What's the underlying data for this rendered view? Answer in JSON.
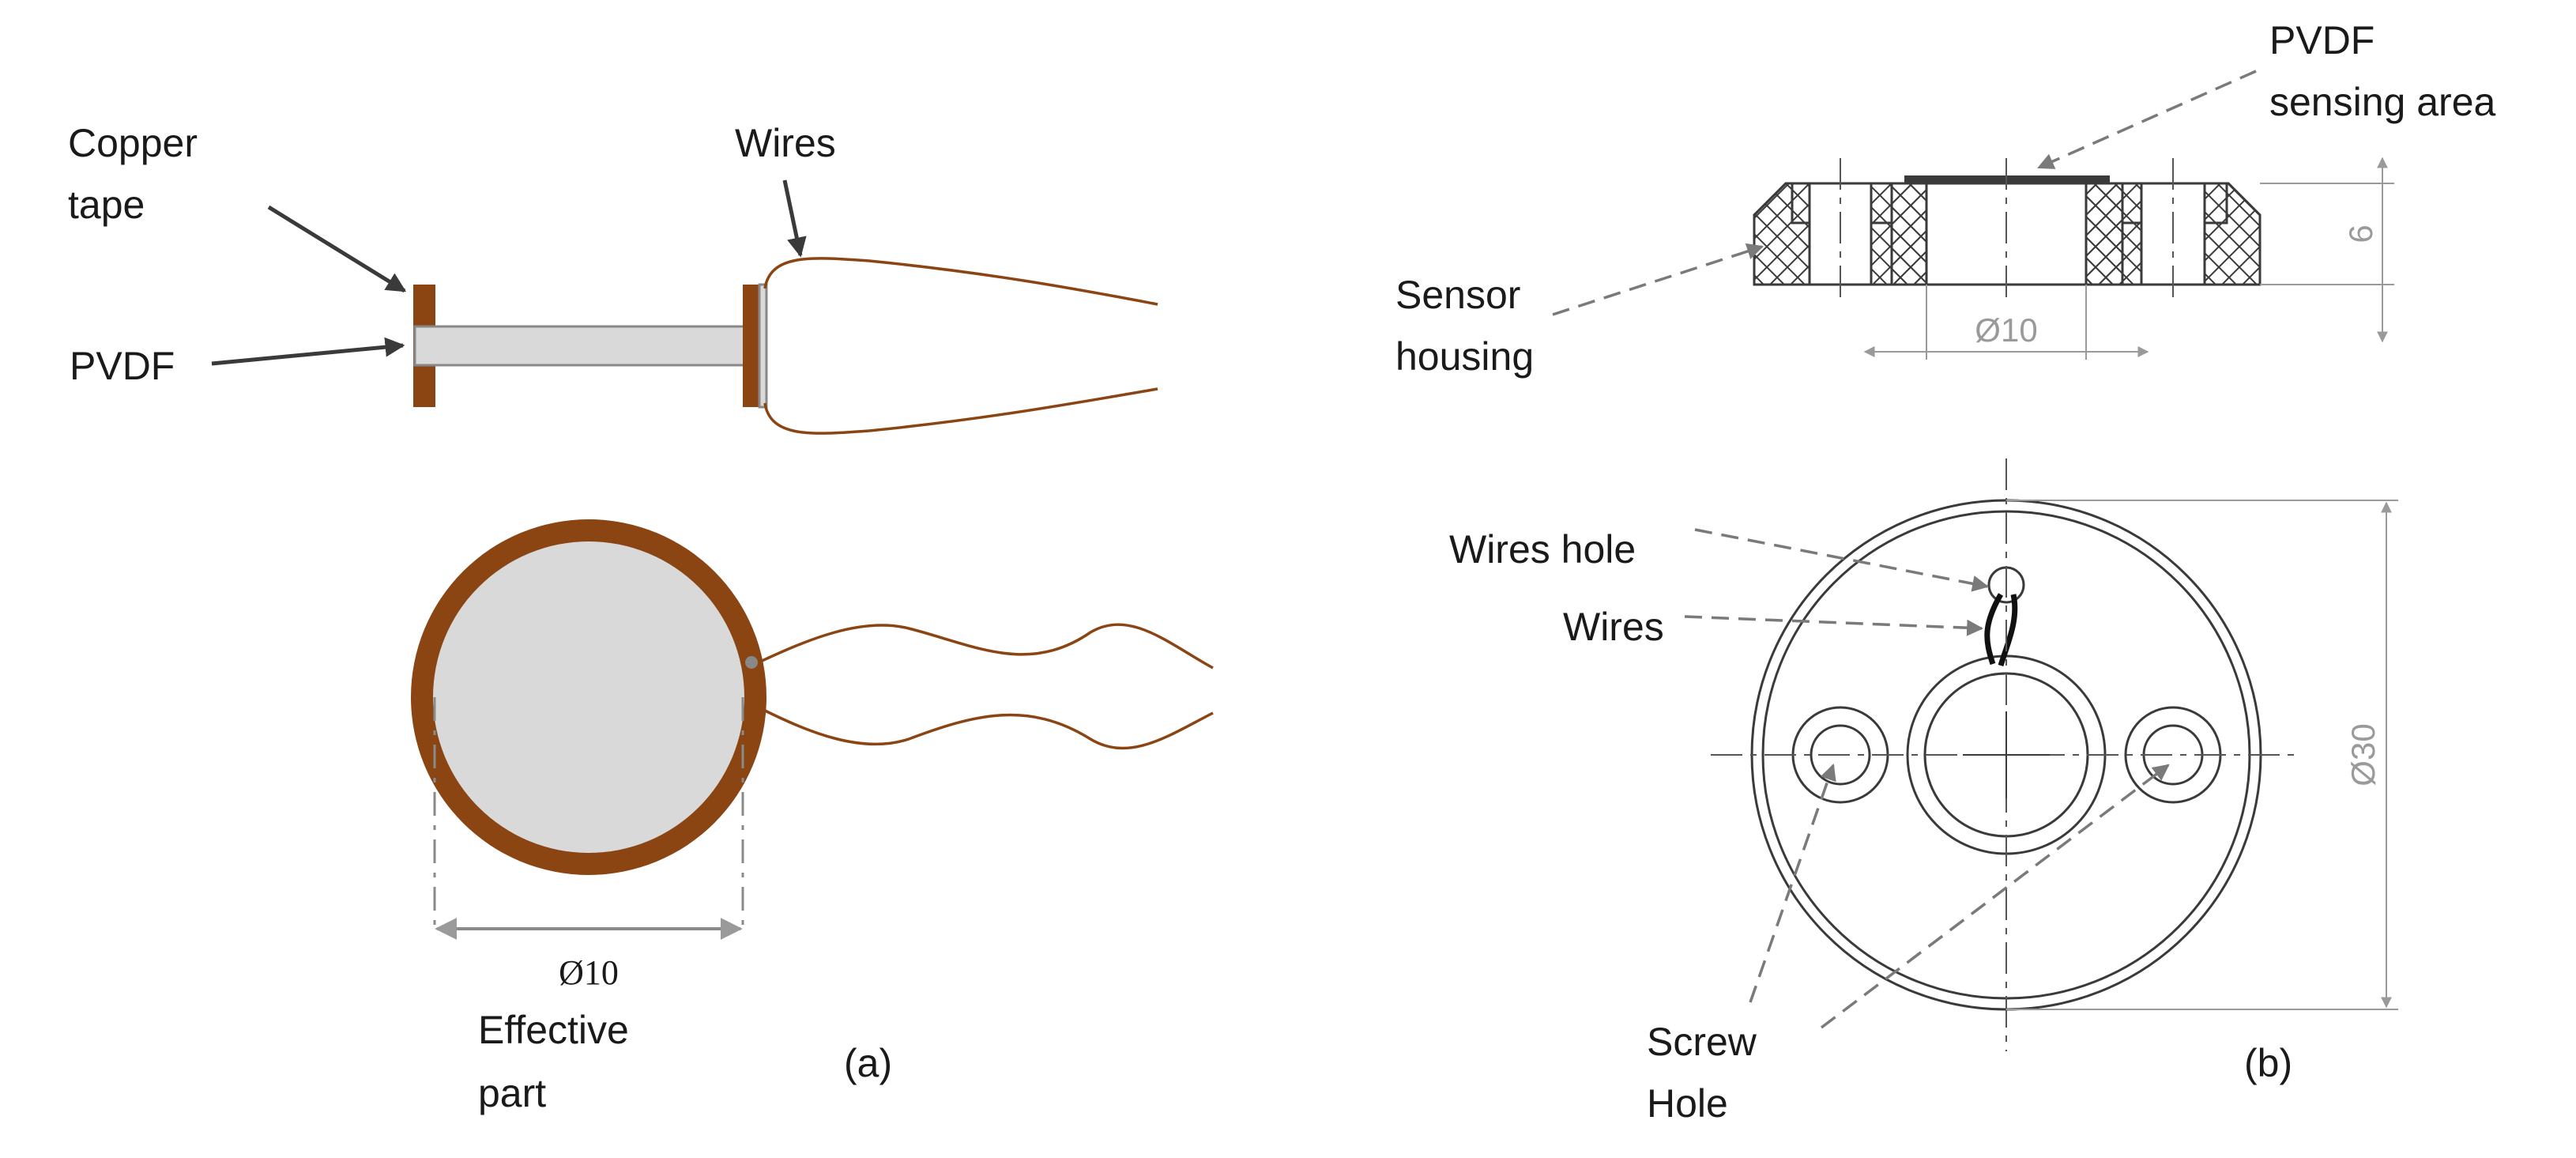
{
  "panel_a": {
    "label_copper_tape_line1": "Copper",
    "label_copper_tape_line2": "tape",
    "label_pvdf": "PVDF",
    "label_wires": "Wires",
    "label_diameter": "Ø10",
    "label_effective_line1": "Effective",
    "label_effective_line2": "part",
    "caption": "(a)"
  },
  "panel_b": {
    "label_pvdf_area_line1": "PVDF",
    "label_pvdf_area_line2": "sensing area",
    "label_housing_line1": "Sensor",
    "label_housing_line2": "housing",
    "dim_thickness": "6",
    "dim_inner_diameter": "Ø10",
    "label_wires_hole": "Wires hole",
    "label_wires": "Wires",
    "dim_outer_diameter": "Ø30",
    "label_screw_line1": "Screw",
    "label_screw_line2": "Hole",
    "caption": "(b)"
  },
  "colors": {
    "copper": "#8b4513",
    "pvdf": "#d9d9d9",
    "dimension": "#9a9a9a"
  }
}
